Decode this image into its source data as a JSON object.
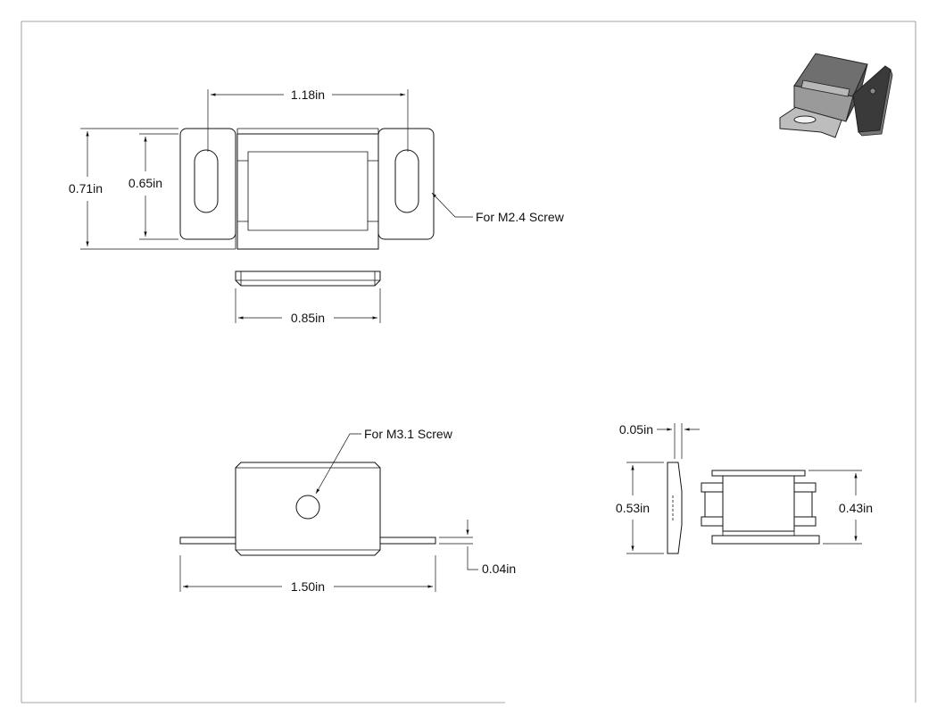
{
  "dimensions": {
    "top_width": "1.18in",
    "top_height_outer": "0.71in",
    "top_height_inner": "0.65in",
    "slot_note": "For M2.4 Screw",
    "edge_width": "0.85in",
    "front_hole_note": "For M3.1 Screw",
    "front_width": "1.50in",
    "front_thickness": "0.04in",
    "side_plate_thickness": "0.05in",
    "side_plate_height": "0.53in",
    "side_body_height": "0.43in"
  }
}
